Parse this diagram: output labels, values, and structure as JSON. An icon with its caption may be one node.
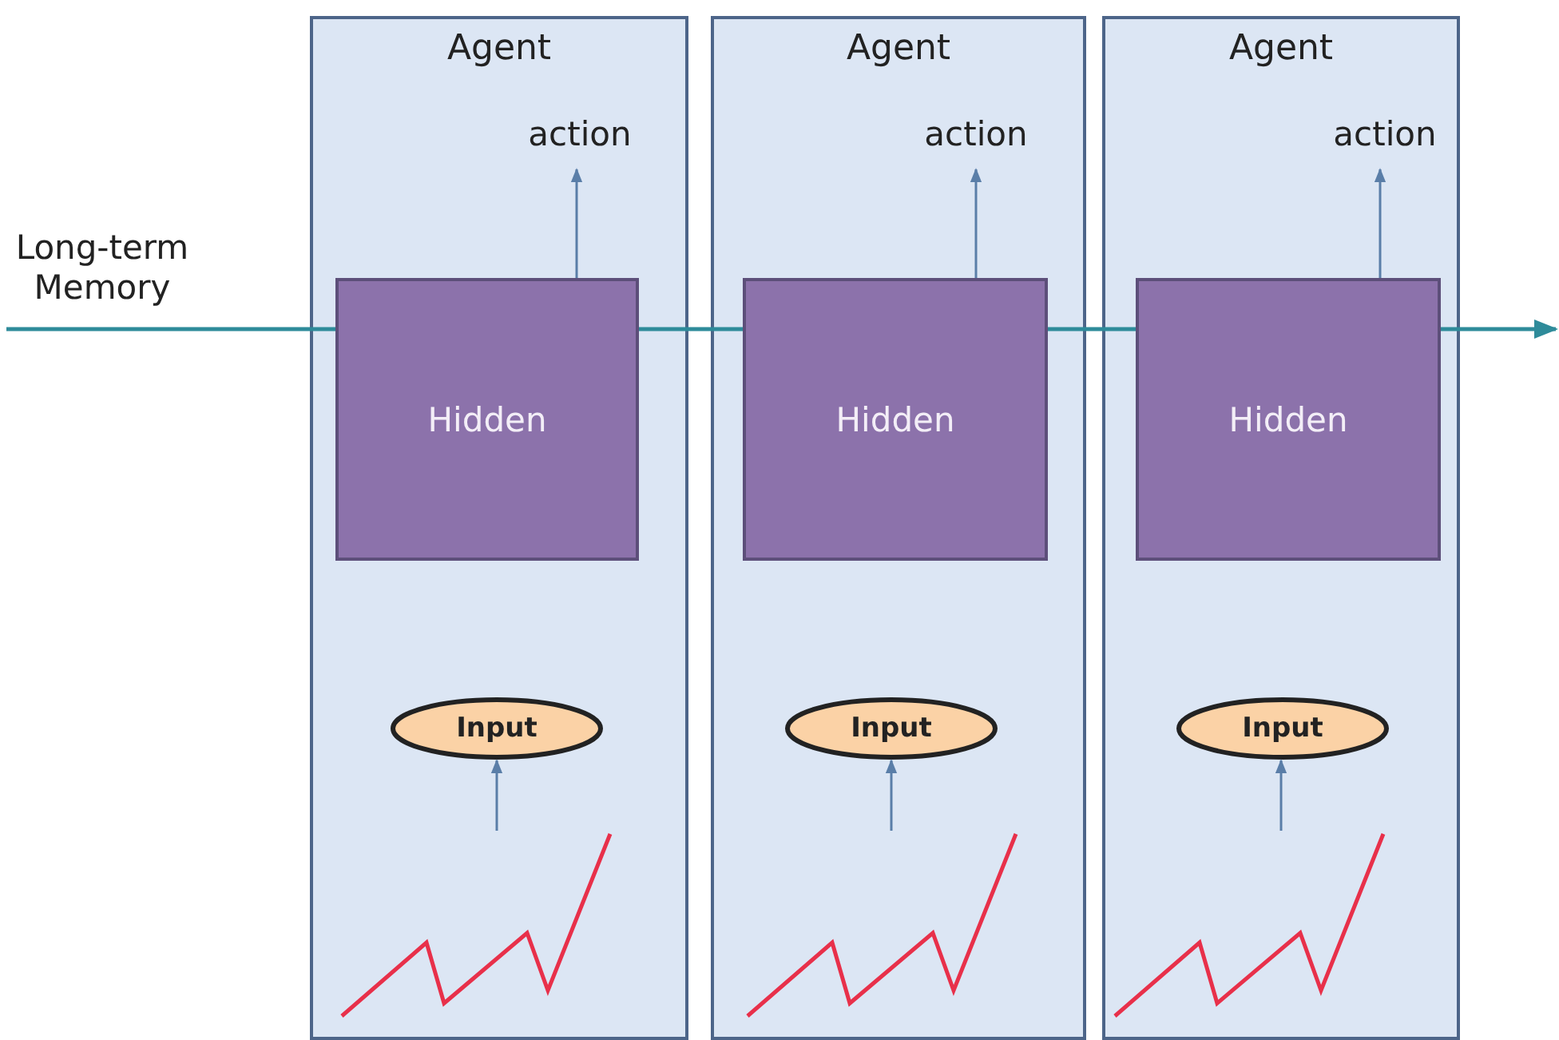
{
  "diagram": {
    "nodes": [
      {
        "text": [
          "Long-term Memory"
        ]
      },
      {
        "text": [
          "Agent"
        ]
      },
      {
        "text": [
          "action"
        ],
        "in": 1
      },
      {
        "text": [
          "Hidden"
        ],
        "in": 1
      },
      {
        "text": [
          "Input"
        ],
        "in": 1
      },
      {
        "text": [],
        "shape": "picture",
        "in": 1
      },
      {
        "text": [
          "Agent"
        ]
      },
      {
        "text": [
          "action"
        ],
        "in": 6
      },
      {
        "text": [
          "Hidden"
        ],
        "in": 6
      },
      {
        "text": [
          "Input"
        ],
        "in": 6
      },
      {
        "text": [],
        "shape": "picture",
        "in": 6
      },
      {
        "text": [
          "Agent"
        ]
      },
      {
        "text": [
          "action"
        ],
        "in": 11
      },
      {
        "text": [
          "Hidden"
        ],
        "in": 11
      },
      {
        "text": [
          "Input"
        ],
        "in": 11
      },
      {
        "text": [],
        "shape": "picture",
        "in": 11
      }
    ],
    "edges": [
      {
        "from": 5,
        "to": 4,
        "arrow": "to"
      },
      {
        "from": 3,
        "to": 2,
        "arrow": "to"
      },
      {
        "from": 10,
        "to": 9,
        "arrow": "to"
      },
      {
        "from": 8,
        "to": 7,
        "arrow": "to"
      },
      {
        "from": 15,
        "to": 14,
        "arrow": "to"
      },
      {
        "from": 13,
        "to": 12,
        "arrow": "to"
      },
      {
        "from": 0,
        "to": 3,
        "arrow": "none",
        "color": "#2e8b9a"
      },
      {
        "from": 3,
        "to": 8,
        "arrow": "none",
        "color": "#2e8b9a"
      },
      {
        "from": 8,
        "to": 13,
        "arrow": "none",
        "color": "#2e8b9a"
      },
      {
        "from": 13,
        "to": null,
        "arrow": "to",
        "color": "#2e8b9a"
      }
    ]
  }
}
